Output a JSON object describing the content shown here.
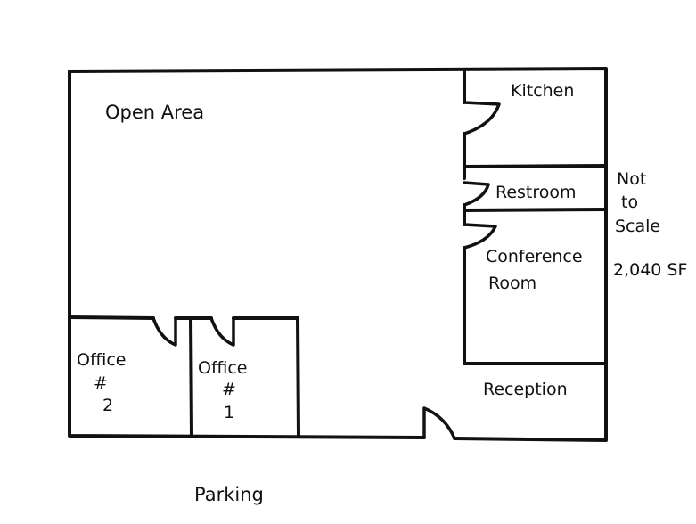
{
  "labels": {
    "open_area": "Open Area",
    "kitchen": "Kitchen",
    "restroom": "Restroom",
    "conference_line1": "Conference",
    "conference_line2": "Room",
    "reception": "Reception",
    "office2_line1": "Office",
    "office2_line2": "#",
    "office2_line3": "2",
    "office1_line1": "Office",
    "office1_line2": "#",
    "office1_line3": "1",
    "parking": "Parking",
    "not_to_scale_line1": "Not",
    "not_to_scale_line2": "to",
    "not_to_scale_line3": "Scale",
    "area": "2,040 SF"
  },
  "colors": {
    "ink": "#111111",
    "paper": "#ffffff"
  }
}
